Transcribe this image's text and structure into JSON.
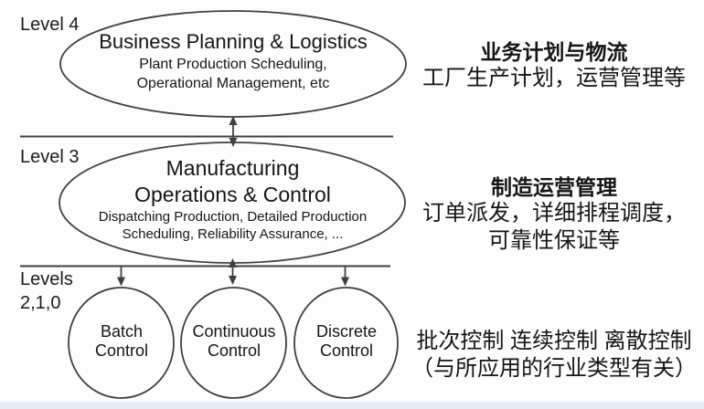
{
  "colors": {
    "background": "#fdfdfe",
    "stroke": "#404040",
    "text": "#161616",
    "footer_bar": "#e3ebf5"
  },
  "level4": {
    "label": "Level 4",
    "title": "Business Planning & Logistics",
    "sub1": "Plant Production Scheduling,",
    "sub2": "Operational Management, etc"
  },
  "level3": {
    "label": "Level 3",
    "title1": "Manufacturing",
    "title2": "Operations & Control",
    "sub1": "Dispatching Production, Detailed Production",
    "sub2": "Scheduling, Reliability Assurance, ..."
  },
  "levels210": {
    "label_line1": "Levels",
    "label_line2": "2,1,0",
    "circles": [
      {
        "line1": "Batch",
        "line2": "Control"
      },
      {
        "line1": "Continuous",
        "line2": "Control"
      },
      {
        "line1": "Discrete",
        "line2": "Control"
      }
    ]
  },
  "annotations": {
    "top": {
      "title": "业务计划与物流",
      "body": "工厂生产计划，运营管理等"
    },
    "middle": {
      "title": "制造运营管理",
      "body1": "订单派发，详细排程调度，",
      "body2": "可靠性保证等"
    },
    "bottom": {
      "body1": "批次控制 连续控制 离散控制",
      "body2": "（与所应用的行业类型有关）"
    }
  }
}
